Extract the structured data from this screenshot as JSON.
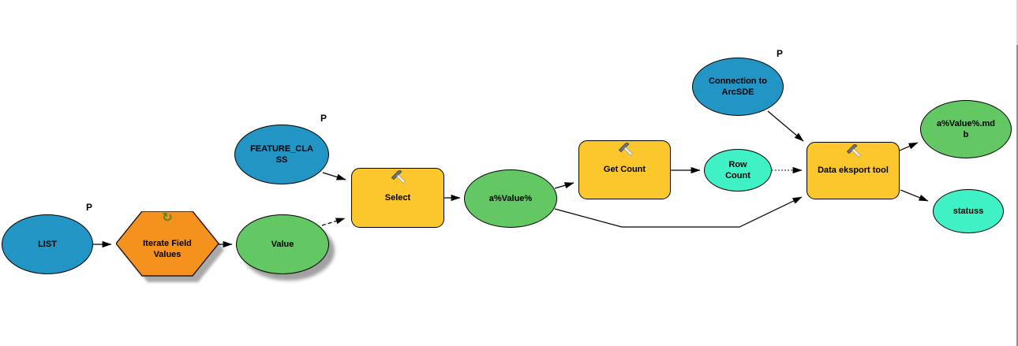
{
  "diagram": {
    "kind": "geoprocessing-model",
    "nodes": {
      "list": {
        "label": "LIST",
        "param": "P",
        "type": "input-variable"
      },
      "iterate_field_values": {
        "label": "Iterate Field Values",
        "type": "iterator"
      },
      "value": {
        "label": "Value",
        "type": "derived-variable"
      },
      "feature_class": {
        "label": "FEATURE_CLASS",
        "param": "P",
        "type": "input-variable"
      },
      "select": {
        "label": "Select",
        "type": "tool"
      },
      "a_value": {
        "label": "a%Value%",
        "type": "derived-variable"
      },
      "get_count": {
        "label": "Get Count",
        "type": "tool"
      },
      "row_count": {
        "label": "Row Count",
        "type": "derived-value"
      },
      "connection_to_arcsde": {
        "label": "Connection to ArcSDE",
        "param": "P",
        "type": "input-variable"
      },
      "data_eksport_tool": {
        "label": "Data eksport tool",
        "type": "tool"
      },
      "a_value_mdb": {
        "label": "a%Value%.mdb",
        "type": "derived-variable"
      },
      "statuss": {
        "label": "statuss",
        "type": "derived-value"
      }
    },
    "connections": [
      {
        "from": "LIST",
        "to": "Iterate Field Values",
        "style": "solid"
      },
      {
        "from": "Iterate Field Values",
        "to": "Value",
        "style": "solid"
      },
      {
        "from": "FEATURE_CLASS",
        "to": "Select",
        "style": "solid"
      },
      {
        "from": "Value",
        "to": "Select",
        "style": "dashed"
      },
      {
        "from": "Select",
        "to": "a%Value%",
        "style": "solid"
      },
      {
        "from": "a%Value%",
        "to": "Get Count",
        "style": "solid"
      },
      {
        "from": "Get Count",
        "to": "Row Count",
        "style": "solid"
      },
      {
        "from": "Row Count",
        "to": "Data eksport tool",
        "style": "dotted"
      },
      {
        "from": "Connection to ArcSDE",
        "to": "Data eksport tool",
        "style": "solid"
      },
      {
        "from": "a%Value%",
        "to": "Data eksport tool",
        "style": "solid"
      },
      {
        "from": "Data eksport tool",
        "to": "a%Value%.mdb",
        "style": "solid"
      },
      {
        "from": "Data eksport tool",
        "to": "statuss",
        "style": "solid"
      }
    ],
    "icons": {
      "tool": "hammer-icon",
      "iterator": "iterate-loop-icon"
    },
    "colors": {
      "input_variable_blue": "#2295C5",
      "derived_variable_green": "#63C763",
      "derived_value_cyan": "#40F1C6",
      "tool_yellow": "#FCC62D",
      "iterator_orange": "#F5921E",
      "connector_black": "#000000",
      "shadow_gray": "#8A8A8A",
      "canvas_white": "#FFFFFF"
    }
  }
}
